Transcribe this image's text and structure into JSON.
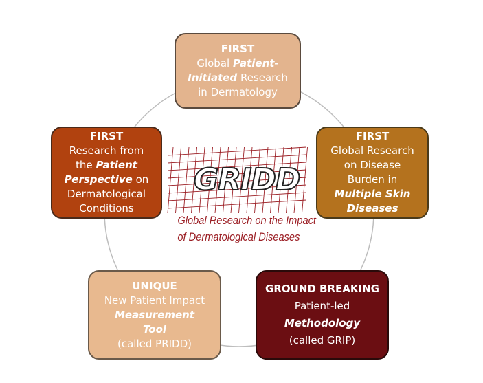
{
  "diagram": {
    "nodes": [
      {
        "id": "top",
        "head": "FIRST",
        "lines": [
          [
            {
              "t": "Global "
            },
            {
              "t": "Patient-",
              "em": true
            }
          ],
          [
            {
              "t": "Initiated",
              "em": true
            },
            {
              "t": " Research"
            }
          ],
          [
            {
              "t": "in Dermatology"
            }
          ]
        ],
        "fill": "#e3b48e"
      },
      {
        "id": "right",
        "head": "FIRST",
        "lines": [
          [
            {
              "t": "Global Research"
            }
          ],
          [
            {
              "t": "on Disease"
            }
          ],
          [
            {
              "t": "Burden in"
            }
          ],
          [
            {
              "t": "Multiple Skin",
              "em": true
            }
          ],
          [
            {
              "t": "Diseases",
              "em": true
            }
          ]
        ],
        "fill": "#b4721e"
      },
      {
        "id": "bottom-right",
        "head": "GROUND BREAKING",
        "lines": [
          [
            {
              "t": "Patient-led"
            }
          ],
          [
            {
              "t": "Methodology",
              "em": true
            }
          ],
          [
            {
              "t": "(called GRIP)"
            }
          ]
        ],
        "fill": "#6b0e12"
      },
      {
        "id": "bottom-left",
        "head": "UNIQUE",
        "lines": [
          [
            {
              "t": "New Patient Impact"
            }
          ],
          [
            {
              "t": "Measurement",
              "em": true
            }
          ],
          [
            {
              "t": "Tool",
              "em": true
            }
          ],
          [
            {
              "t": "(called PRIDD)"
            }
          ]
        ],
        "fill": "#e8b98f"
      },
      {
        "id": "left",
        "head": "FIRST",
        "lines": [
          [
            {
              "t": "Research from"
            }
          ],
          [
            {
              "t": "the "
            },
            {
              "t": "Patient",
              "em": true
            }
          ],
          [
            {
              "t": "Perspective",
              "em": true
            },
            {
              "t": " on"
            }
          ],
          [
            {
              "t": "Dermatological"
            }
          ],
          [
            {
              "t": "Conditions"
            }
          ]
        ],
        "fill": "#b1420f"
      }
    ],
    "logo": {
      "word": "GRIDD",
      "subtitle_line1": "Global Research on the Impact",
      "subtitle_line2": "of Dermatological Diseases",
      "grid_color": "#9b1e24",
      "text_color": "#9b1e24"
    },
    "ring_color": "#bdbdbd"
  }
}
